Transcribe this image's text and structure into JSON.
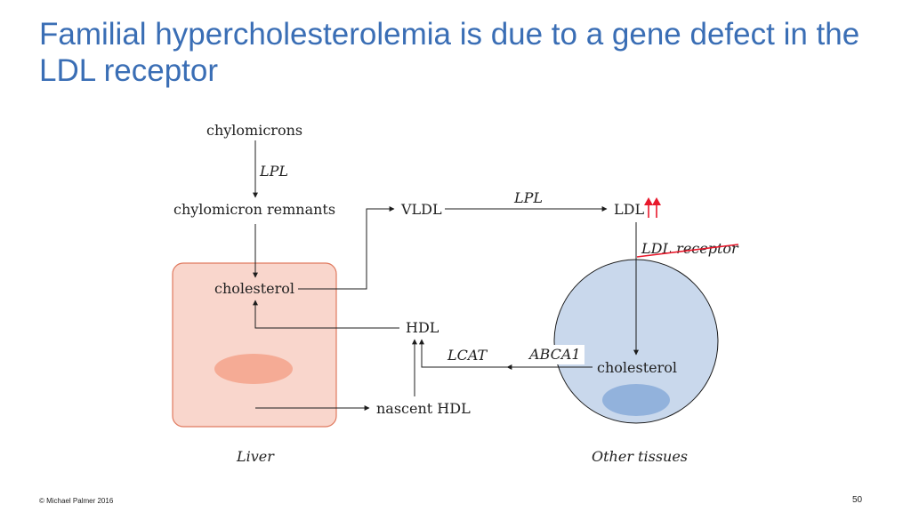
{
  "slide": {
    "title": "Familial hypercholesterolemia is due to a gene defect in the LDL receptor",
    "footer": "© Michael Palmer 2016",
    "page_number": "50"
  },
  "diagram": {
    "nodes": {
      "chylomicrons": "chylomicrons",
      "chylomicron_remnants": "chylomicron remnants",
      "liver_cholesterol": "cholesterol",
      "vldl": "VLDL",
      "ldl": "LDL",
      "hdl": "HDL",
      "nascent_hdl": "nascent HDL",
      "tissue_cholesterol": "cholesterol"
    },
    "enzymes": {
      "lpl_top": "LPL",
      "lpl_right": "LPL",
      "ldl_receptor": "LDL receptor",
      "lcat": "LCAT",
      "abca1": "ABCA1"
    },
    "compartments": {
      "liver": "Liver",
      "other_tissues": "Other tissues"
    },
    "colors": {
      "liver_fill": "#f9d6cc",
      "liver_border": "#e07a5f",
      "liver_nucleus": "#f5ab95",
      "tissue_fill": "#c9d8ec",
      "tissue_nucleus": "#92b2dc",
      "tissue_border": "#1c1c1c",
      "ldl_arrows": "#e8192c",
      "strike": "#e8192c",
      "title": "#3a6eb5"
    },
    "ldl_receptor_defective": true,
    "ldl_elevated_arrows": 2
  }
}
